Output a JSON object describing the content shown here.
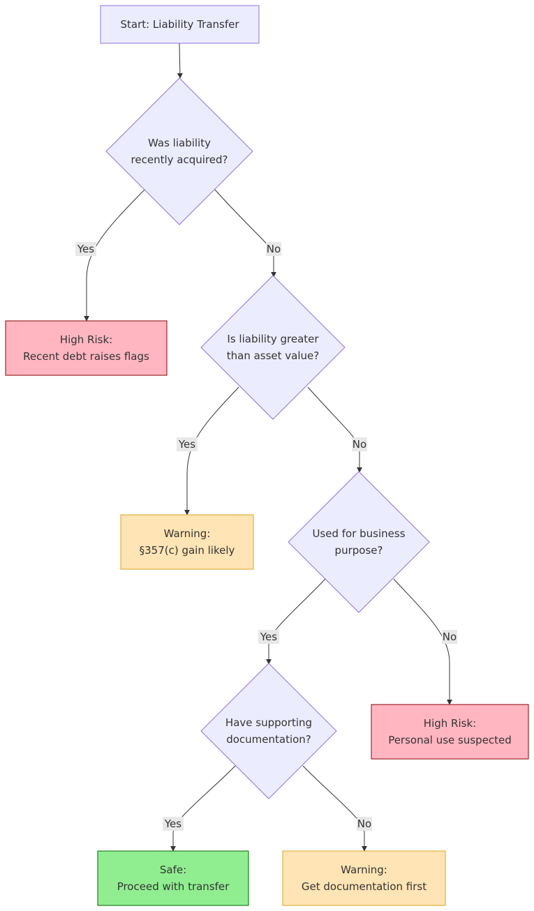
{
  "diagram": {
    "nodes": {
      "start": {
        "lines": [
          "Start: Liability Transfer"
        ]
      },
      "q1": {
        "lines": [
          "Was liability",
          "recently acquired?"
        ]
      },
      "risk1": {
        "lines": [
          "High Risk:",
          "Recent debt raises flags"
        ]
      },
      "q2": {
        "lines": [
          "Is liability greater",
          "than asset value?"
        ]
      },
      "warn1": {
        "lines": [
          "Warning:",
          "§357(c) gain likely"
        ]
      },
      "q3": {
        "lines": [
          "Used for business",
          "purpose?"
        ]
      },
      "q4": {
        "lines": [
          "Have supporting",
          "documentation?"
        ]
      },
      "risk2": {
        "lines": [
          "High Risk:",
          "Personal use suspected"
        ]
      },
      "safe": {
        "lines": [
          "Safe:",
          "Proceed with transfer"
        ]
      },
      "warn2": {
        "lines": [
          "Warning:",
          "Get documentation first"
        ]
      }
    },
    "edges": {
      "e_start_q1": {
        "from": "start",
        "to": "q1",
        "label": ""
      },
      "e_q1_risk1": {
        "from": "q1",
        "to": "risk1",
        "label": "Yes"
      },
      "e_q1_q2": {
        "from": "q1",
        "to": "q2",
        "label": "No"
      },
      "e_q2_warn1": {
        "from": "q2",
        "to": "warn1",
        "label": "Yes"
      },
      "e_q2_q3": {
        "from": "q2",
        "to": "q3",
        "label": "No"
      },
      "e_q3_q4": {
        "from": "q3",
        "to": "q4",
        "label": "Yes"
      },
      "e_q3_risk2": {
        "from": "q3",
        "to": "risk2",
        "label": "No"
      },
      "e_q4_safe": {
        "from": "q4",
        "to": "safe",
        "label": "Yes"
      },
      "e_q4_warn2": {
        "from": "q4",
        "to": "warn2",
        "label": "No"
      }
    },
    "colors": {
      "default_fill": "#ececff",
      "default_stroke": "#9370db",
      "risk_fill": "#ffb6c1",
      "risk_stroke": "#8b0000",
      "warning_fill": "#ffe4b5",
      "warning_stroke": "#daa520",
      "safe_fill": "#90ee90",
      "safe_stroke": "#006400",
      "edge": "#333333",
      "label_bg": "#e8e8e8"
    }
  }
}
